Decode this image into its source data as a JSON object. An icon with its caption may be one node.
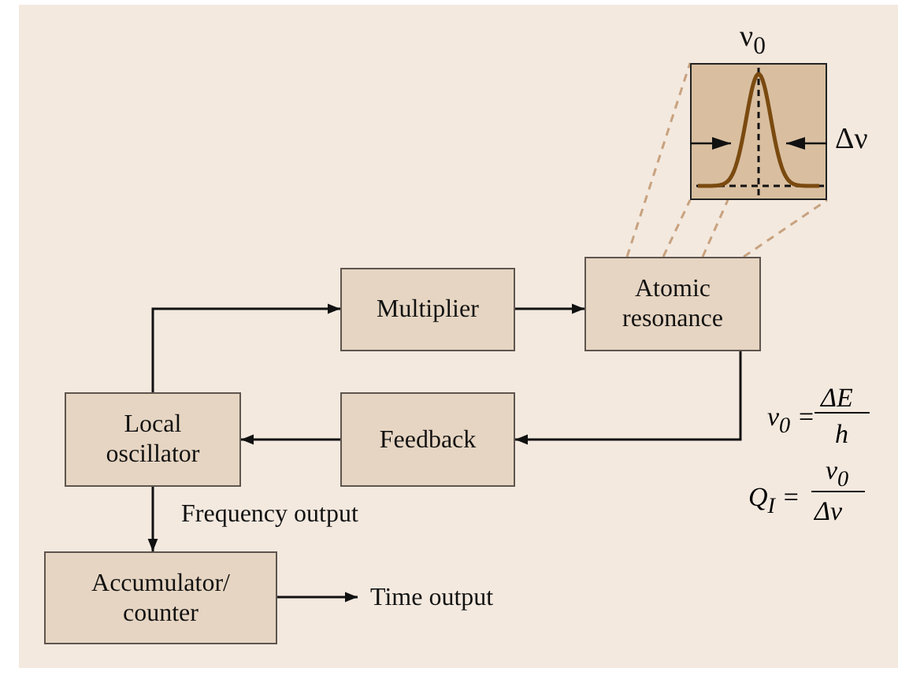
{
  "diagram": {
    "nodes": [
      {
        "text": [
          "Multiplier"
        ]
      },
      {
        "text": [
          "Atomic resonance"
        ]
      },
      {
        "text": [
          "Local oscillator"
        ]
      },
      {
        "text": [
          "Feedback"
        ]
      },
      {
        "text": [
          "Accumulator/ counter"
        ]
      },
      {
        "text": [
          "Time output"
        ]
      },
      {
        "text": [],
        "shape": "picture",
        "beside": [
          "ν$_{0}$",
          "Δν"
        ]
      }
    ],
    "edges": [
      {
        "from": 2,
        "to": 0,
        "arrow": "to"
      },
      {
        "from": 0,
        "to": 1,
        "arrow": "to"
      },
      {
        "from": 1,
        "to": 3,
        "arrow": "to"
      },
      {
        "from": 3,
        "to": 2,
        "arrow": "to"
      },
      {
        "from": 2,
        "to": 4,
        "arrow": "to",
        "label": "Frequency output"
      },
      {
        "from": 4,
        "to": 5,
        "arrow": "to"
      },
      {
        "from": 1,
        "to": 6,
        "arrow": "none",
        "style": "dashed",
        "color": "#c8a27f"
      },
      {
        "from": 1,
        "to": 6,
        "arrow": "none",
        "style": "dashed",
        "color": "#c8a27f"
      },
      {
        "from": 1,
        "to": 6,
        "arrow": "none",
        "style": "dashed",
        "color": "#c8a27f"
      },
      {
        "from": 1,
        "to": 6,
        "arrow": "none",
        "style": "dashed",
        "color": "#c8a27f"
      }
    ],
    "labels": [
      "ΔE",
      "ν$_{0}$ =",
      "h",
      "ν$_{0}$",
      "Q$_{I}$ =",
      "Δν"
    ]
  }
}
